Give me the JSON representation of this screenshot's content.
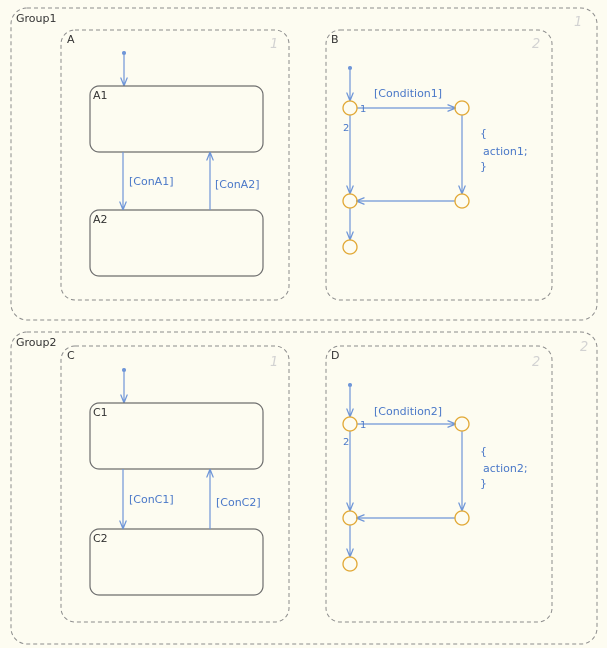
{
  "colors": {
    "background": "#fdfcf1",
    "dashed_border": "#8c8c8c",
    "state_border": "#6e6e6e",
    "transition": "#6f96d8",
    "junction": "#e1a733",
    "label_text": "#333333",
    "transition_text": "#4a78c8",
    "priority_number": "#d2d2d2"
  },
  "groups": [
    {
      "name": "Group1",
      "priority": "1",
      "charts": [
        {
          "name": "A",
          "priority": "1",
          "state_top": "A1",
          "state_bottom": "A2",
          "transition_down": "[ConA1]",
          "transition_up": "[ConA2]"
        },
        {
          "name": "B",
          "priority": "2",
          "condition": "[Condition1]",
          "action_open": "{",
          "action": "action1;",
          "action_close": "}",
          "priority_right": "1",
          "priority_down": "2"
        }
      ]
    },
    {
      "name": "Group2",
      "priority": "2",
      "charts": [
        {
          "name": "C",
          "priority": "1",
          "state_top": "C1",
          "state_bottom": "C2",
          "transition_down": "[ConC1]",
          "transition_up": "[ConC2]"
        },
        {
          "name": "D",
          "priority": "2",
          "condition": "[Condition2]",
          "action_open": "{",
          "action": "action2;",
          "action_close": "}",
          "priority_right": "1",
          "priority_down": "2"
        }
      ]
    }
  ]
}
